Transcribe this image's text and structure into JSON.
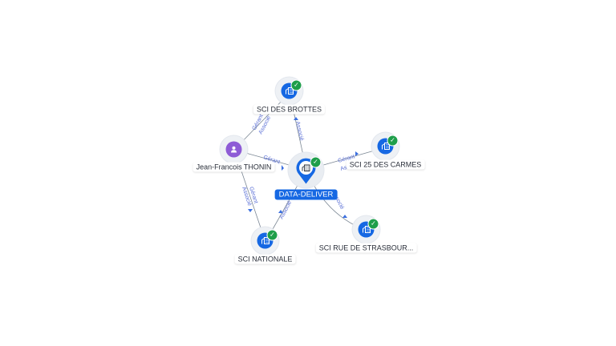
{
  "nodes": {
    "center": {
      "label": "DATA-DELIVER",
      "icon": "building-icon",
      "verified": true
    },
    "brottes": {
      "label": "SCI DES BROTTES",
      "icon": "building-icon",
      "verified": true
    },
    "carmes": {
      "label": "SCI 25 DES CARMES",
      "icon": "building-icon",
      "verified": true
    },
    "strasbourg": {
      "label": "SCI RUE DE STRASBOUR...",
      "icon": "building-icon",
      "verified": true
    },
    "nationale": {
      "label": "SCI NATIONALE",
      "icon": "building-icon",
      "verified": true
    },
    "person": {
      "label": "Jean-Francois THONIN",
      "icon": "person-icon",
      "verified": false
    }
  },
  "edges": {
    "center_brottes": "Associé",
    "center_carmes_1": "Gérant",
    "center_carmes_2": "Associé",
    "center_strasbourg": "Associé",
    "center_nationale": "Associé",
    "person_brottes_1": "Gérant",
    "person_brottes_2": "Associé",
    "person_nationale_1": "Gérant",
    "person_nationale_2": "Associé",
    "person_center": "Gérant"
  },
  "colors": {
    "company": "#1668e3",
    "person": "#8e5bd6",
    "verified": "#1e9e4a",
    "edge": "#7b8794",
    "edge_label": "#5a6fd6"
  }
}
